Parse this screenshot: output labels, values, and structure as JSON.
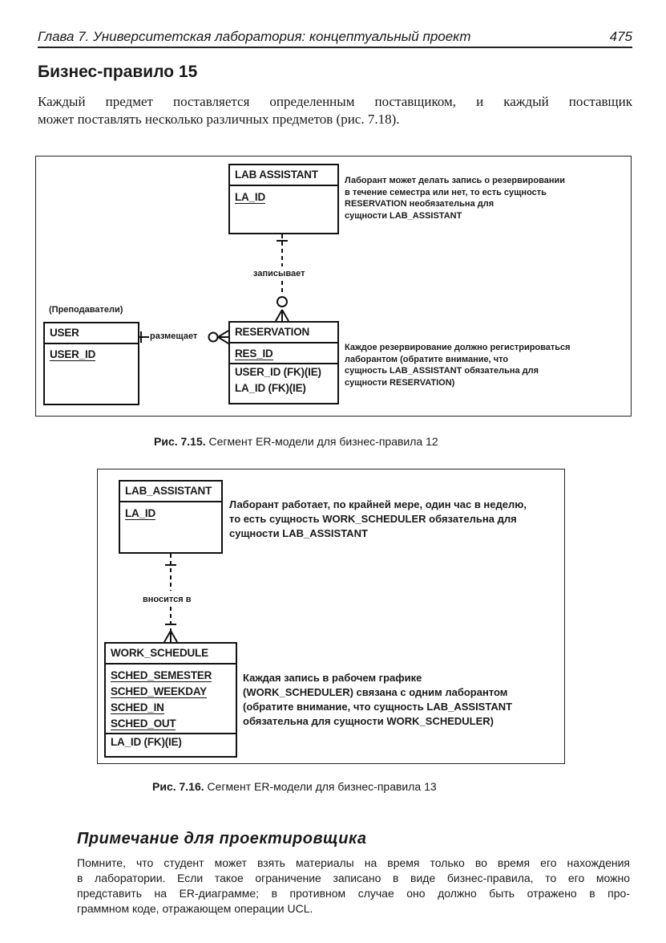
{
  "header": {
    "chapter_title": "Глава 7. Университетская лаборатория: концептуальный проект",
    "page_number": "475"
  },
  "rule": {
    "heading": "Бизнес-правило 15",
    "text_line1": "Каждый предмет поставляется определенным поставщиком, и каждый поставщик",
    "text_line2": "может поставлять несколько различных предметов (рис. 7.18)."
  },
  "fig715": {
    "lab_assistant": {
      "name": "LAB ASSISTANT",
      "attrs": [
        "LA_ID"
      ]
    },
    "user_group": "(Преподаватели)",
    "user": {
      "name": "USER",
      "attrs": [
        "USER_ID"
      ]
    },
    "reservation": {
      "name": "RESERVATION",
      "key_attrs": [
        "RES_ID"
      ],
      "attrs": [
        "USER_ID (FK)(IE)",
        "LA_ID (FK)(IE)"
      ]
    },
    "rel_records": "записывает",
    "rel_places": "размещает",
    "note_top": [
      "Лаборант может делать запись о резервировании",
      "в течение семестра или нет, то есть сущность",
      "RESERVATION необязательна для",
      "сущности LAB_ASSISTANT"
    ],
    "note_bottom": [
      "Каждое резервирование должно регистрироваться",
      "лаборантом (обратите внимание, что",
      "сущность LAB_ASSISTANT обязательна для",
      "сущности RESERVATION)"
    ],
    "caption_num": "Рис. 7.15.",
    "caption_text": "Сегмент ER-модели для бизнес-правила 12"
  },
  "fig716": {
    "lab_assistant": {
      "name": "LAB_ASSISTANT",
      "attrs": [
        "LA_ID"
      ]
    },
    "work_schedule": {
      "name": "WORK_SCHEDULE",
      "key_attrs": [
        "SCHED_SEMESTER",
        "SCHED_WEEKDAY",
        "SCHED_IN",
        "SCHED_OUT"
      ],
      "attrs": [
        "LA_ID (FK)(IE)"
      ]
    },
    "rel_label": "вносится в",
    "note_top": [
      "Лаборант работает, по крайней мере, один час в неделю,",
      "то есть сущность WORK_SCHEDULER обязательна для",
      "сущности LAB_ASSISTANT"
    ],
    "note_bottom": [
      "Каждая запись в рабочем графике",
      "(WORK_SCHEDULER) связана с одним лаборантом",
      "(обратите внимание, что сущность LAB_ASSISTANT",
      "обязательна для сущности WORK_SCHEDULER)"
    ],
    "caption_num": "Рис. 7.16.",
    "caption_text": "Сегмент ER-модели для бизнес-правила 13"
  },
  "designer_note": {
    "heading": "Примечание для проектировщика",
    "lines": [
      "Помните, что студент может взять материалы на время только во время его нахождения",
      "в лаборатории. Если такое ограничение записано в виде бизнес-правила, то его можно",
      "представить на ER-диаграмме; в противном случае оно должно быть отражено в про-",
      "граммном коде, отражающем операции UCL."
    ]
  }
}
